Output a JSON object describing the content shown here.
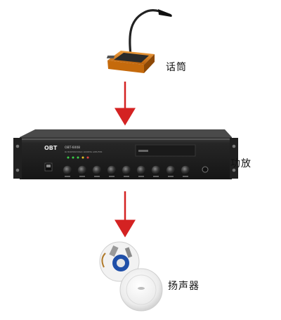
{
  "diagram": {
    "nodes": [
      {
        "id": "mic",
        "label": "话筒"
      },
      {
        "id": "amp",
        "label": "功放"
      },
      {
        "id": "speaker",
        "label": "扬声器"
      }
    ],
    "edges": [
      {
        "from": "mic",
        "to": "amp"
      },
      {
        "from": "amp",
        "to": "speaker"
      }
    ],
    "amp_panel": {
      "brand": "OBT",
      "model": "OBT-6008",
      "subtitle": "PA MODERN PUBLIC ADDRESS AMPLIFIER"
    }
  },
  "colors": {
    "arrow": "#d42222",
    "mic_base": "#d97a14",
    "amp_body": "#1d1d1d",
    "amp_face": "#2b2b2b",
    "speaker_shell": "#f1f1f1"
  },
  "icons": {
    "mic": "gooseneck-microphone-icon",
    "amp": "rack-amplifier-icon",
    "speaker": "ceiling-speaker-icon"
  }
}
